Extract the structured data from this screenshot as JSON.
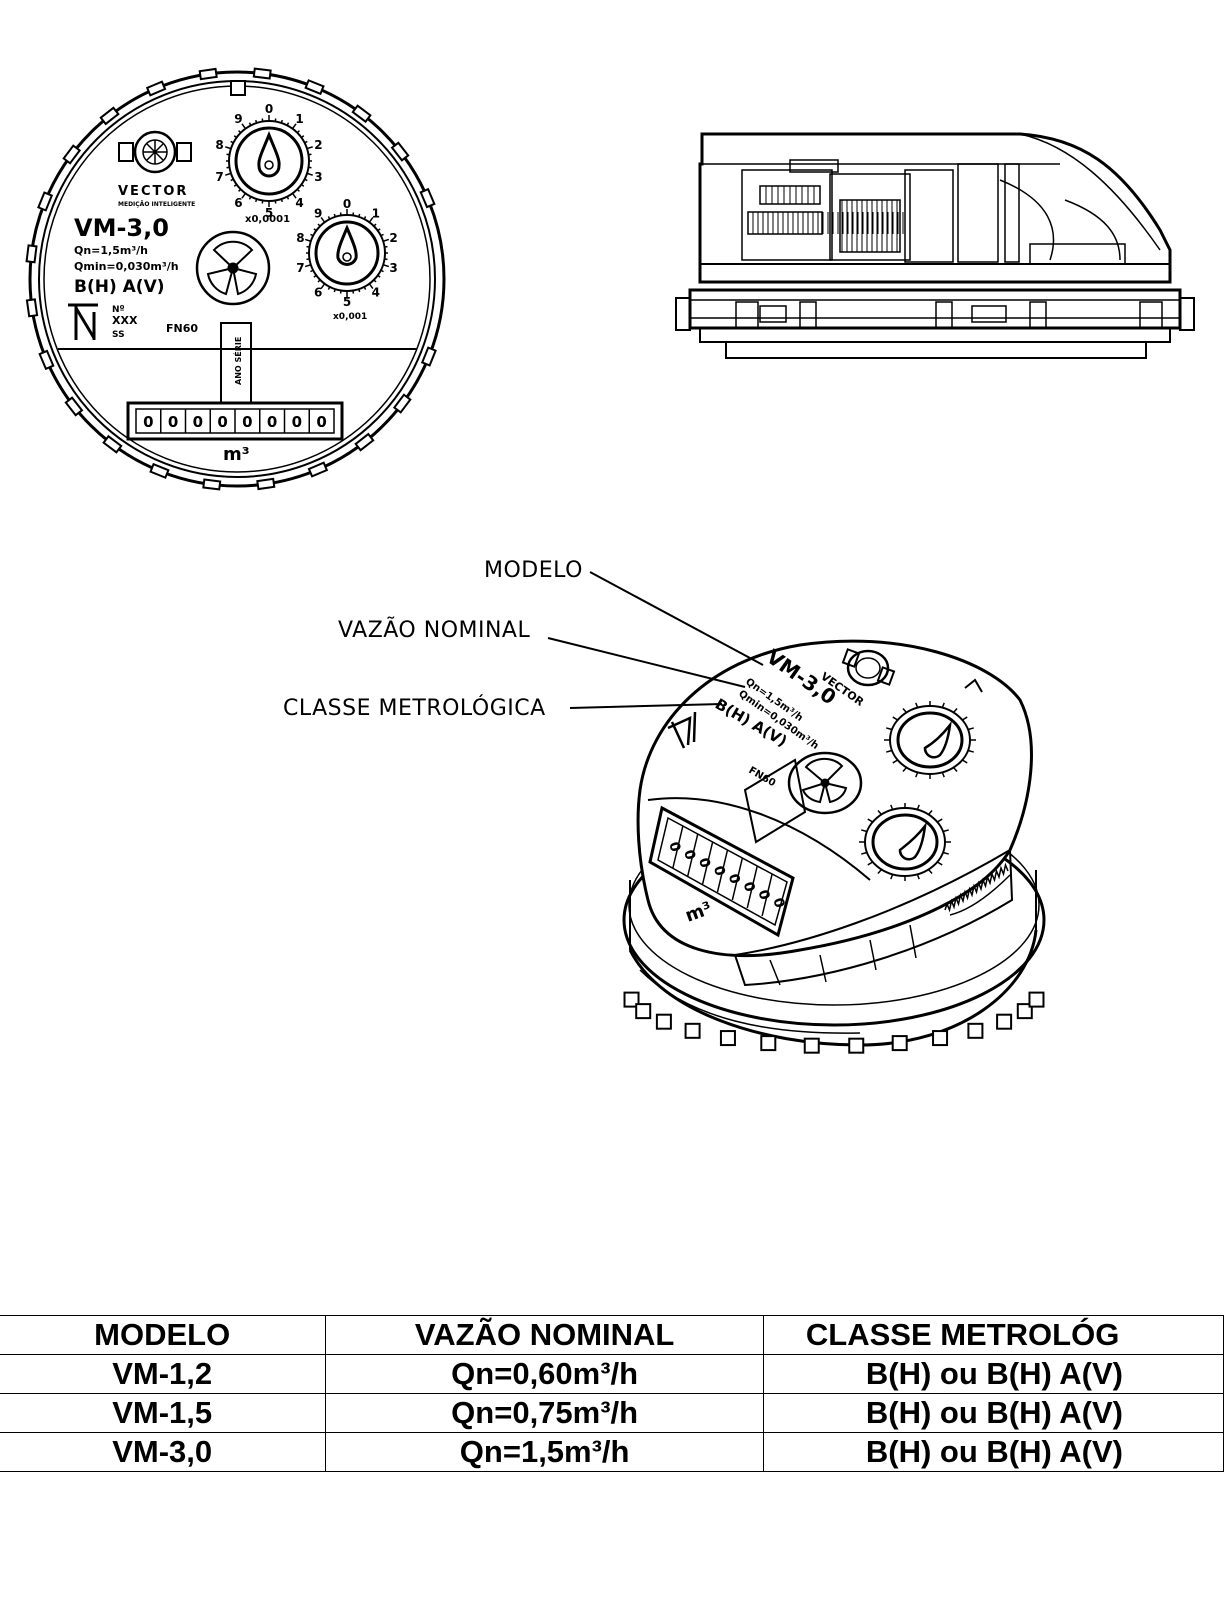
{
  "front_view": {
    "brand": "VECTOR",
    "brand_sub": "MEDIÇÃO INTELIGENTE",
    "model": "VM-3,0",
    "qn": "Qn=1,5m³/h",
    "qmin": "Qmin=0,030m³/h",
    "class": "B(H)  A(V)",
    "cert_lines": [
      "Nº",
      "XXX",
      "SS"
    ],
    "lot": "FN60",
    "dial1_numbers": [
      "0",
      "1",
      "2",
      "3",
      "4",
      "5",
      "6",
      "7",
      "8",
      "9"
    ],
    "dial1_multiplier": "x0,0001",
    "dial2_numbers": [
      "0",
      "1",
      "2",
      "3",
      "4",
      "5",
      "6",
      "7",
      "8",
      "9"
    ],
    "dial2_multiplier": "x0,001",
    "counter_digits": "00000000",
    "unit": "m³",
    "serial_vertical": "ANO SÉRIE"
  },
  "callouts": {
    "model": "MODELO",
    "nominal_flow": "VAZÃO  NOMINAL",
    "metrological_class": "CLASSE  METROLÓGICA"
  },
  "iso_view": {
    "model": "VM-3,0",
    "qn": "Qn=1,5m³/h",
    "qmin": "Qmin=0,030m³/h",
    "class": "B(H)  A(V)",
    "brand": "VECTOR",
    "lot": "FN60",
    "counter_digits": "00000000",
    "unit": "m³"
  },
  "table": {
    "headers": [
      "MODELO",
      "VAZÃO NOMINAL",
      "CLASSE METROLÓG"
    ],
    "rows": [
      [
        "VM-1,2",
        "Qn=0,60m³/h",
        "B(H) ou B(H) A(V)"
      ],
      [
        "VM-1,5",
        "Qn=0,75m³/h",
        "B(H) ou B(H) A(V)"
      ],
      [
        "VM-3,0",
        "Qn=1,5m³/h",
        "B(H) ou B(H) A(V)"
      ]
    ]
  }
}
